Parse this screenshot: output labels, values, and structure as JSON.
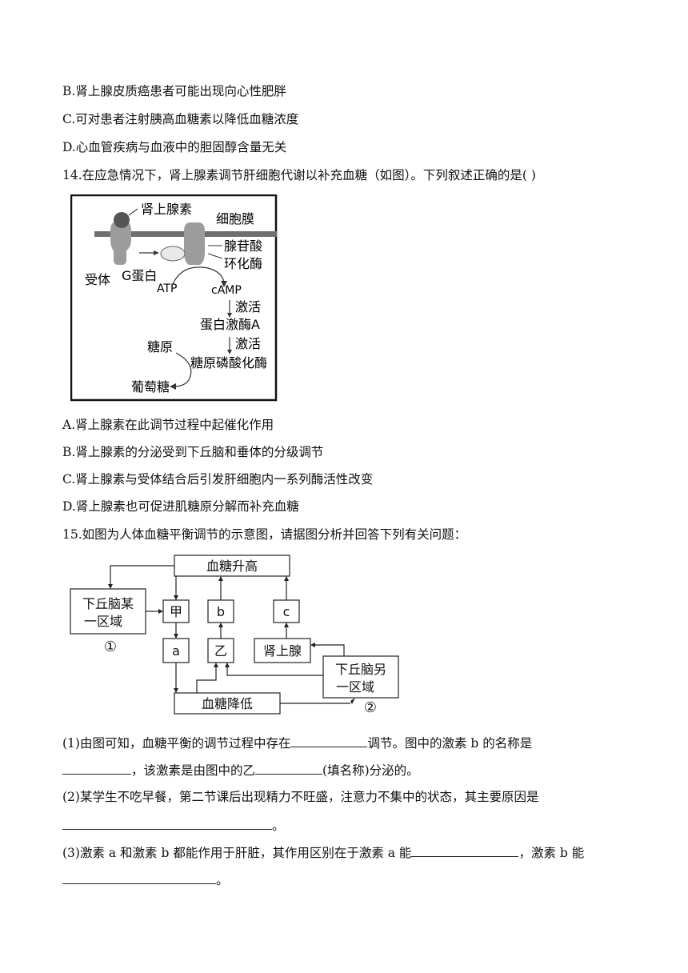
{
  "q13_options": {
    "b": "B.肾上腺皮质癌患者可能出现向心性肥胖",
    "c": "C.可对患者注射胰高血糖素以降低血糖浓度",
    "d": "D.心血管疾病与血液中的胆固醇含量无关"
  },
  "q14": {
    "stem": "14.在应急情况下，肾上腺素调节肝细胞代谢以补充血糖（如图）。下列叙述正确的是(   )",
    "figure": {
      "adrenaline": "肾上腺素",
      "membrane": "细胞膜",
      "adenylate_1": "腺苷酸",
      "adenylate_2": "环化酶",
      "receptor": "受体",
      "g_protein": "G蛋白",
      "atp": "ATP",
      "camp": "cAMP",
      "activate_1": "激活",
      "pka": "蛋白激酶A",
      "activate_2": "激活",
      "glycogen": "糖原",
      "phosphorylase": "糖原磷酸化酶",
      "glucose": "葡萄糖"
    },
    "options": {
      "a": "A.肾上腺素在此调节过程中起催化作用",
      "b": "B.肾上腺素的分泌受到下丘脑和垂体的分级调节",
      "c": "C.肾上腺素与受体结合后引发肝细胞内一系列酶活性改变",
      "d": "D.肾上腺素也可促进肌糖原分解而补充血糖"
    }
  },
  "q15": {
    "stem": "15.如图为人体血糖平衡调节的示意图，请据图分析并回答下列有关问题：",
    "figure": {
      "high": "血糖升高",
      "hypo1_l1": "下丘脑某",
      "hypo1_l2": "一区域",
      "mark1": "①",
      "jia": "甲",
      "b": "b",
      "c": "c",
      "a": "a",
      "yi": "乙",
      "adrenal": "肾上腺",
      "hypo2_l1": "下丘脑另",
      "hypo2_l2": "一区域",
      "mark2": "②",
      "low": "血糖降低"
    },
    "p1_a": "(1)由图可知，血糖平衡的调节过程中存在",
    "p1_b": "调节。图中的激素 b 的名称是",
    "p1_c": "，该激素是由图中的乙",
    "p1_d": "(填名称)分泌的。",
    "p2_a": "(2)某学生不吃早餐，第二节课后出现精力不旺盛，注意力不集中的状态，其主要原因是",
    "p2_b": "。",
    "p3_a": "(3)激素 a 和激素 b 都能作用于肝脏，其作用区别在于激素 a 能",
    "p3_b": "，激素 b 能",
    "p3_c": "。"
  }
}
